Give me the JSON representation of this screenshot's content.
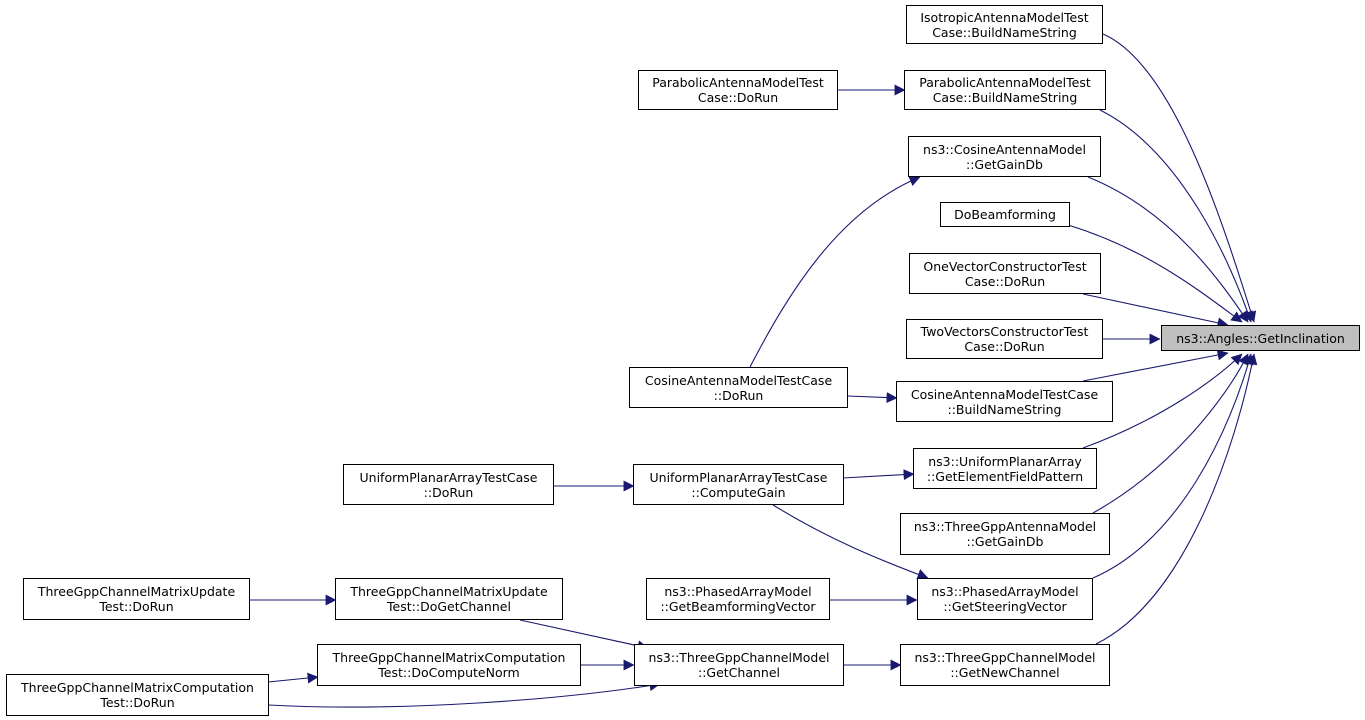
{
  "colors": {
    "edge": "#191970",
    "root_fill": "#bfbfbf",
    "node_border": "#000000"
  },
  "nodes": {
    "root": [
      "ns3::Angles::GetInclination"
    ],
    "iso_build": [
      "IsotropicAntennaModelTest",
      "Case::BuildNameString"
    ],
    "para_build": [
      "ParabolicAntennaModelTest",
      "Case::BuildNameString"
    ],
    "para_run": [
      "ParabolicAntennaModelTest",
      "Case::DoRun"
    ],
    "cos_gain": [
      "ns3::CosineAntennaModel",
      "::GetGainDb"
    ],
    "dobeam": [
      "DoBeamforming"
    ],
    "onevec": [
      "OneVectorConstructorTest",
      "Case::DoRun"
    ],
    "twovec": [
      "TwoVectorsConstructorTest",
      "Case::DoRun"
    ],
    "cos_build": [
      "CosineAntennaModelTestCase",
      "::BuildNameString"
    ],
    "cos_run": [
      "CosineAntennaModelTestCase",
      "::DoRun"
    ],
    "upa_field": [
      "ns3::UniformPlanarArray",
      "::GetElementFieldPattern"
    ],
    "upa_compute": [
      "UniformPlanarArrayTestCase",
      "::ComputeGain"
    ],
    "upa_run": [
      "UniformPlanarArrayTestCase",
      "::DoRun"
    ],
    "tgpp_ant": [
      "ns3::ThreeGppAntennaModel",
      "::GetGainDb"
    ],
    "pam_steer": [
      "ns3::PhasedArrayModel",
      "::GetSteeringVector"
    ],
    "pam_beam": [
      "ns3::PhasedArrayModel",
      "::GetBeamformingVector"
    ],
    "chm_upd_get": [
      "ThreeGppChannelMatrixUpdate",
      "Test::DoGetChannel"
    ],
    "chm_upd_run": [
      "ThreeGppChannelMatrixUpdate",
      "Test::DoRun"
    ],
    "chm_getch": [
      "ns3::ThreeGppChannelModel",
      "::GetChannel"
    ],
    "chm_newch": [
      "ns3::ThreeGppChannelModel",
      "::GetNewChannel"
    ],
    "chm_comp_norm": [
      "ThreeGppChannelMatrixComputation",
      "Test::DoComputeNorm"
    ],
    "chm_comp_run": [
      "ThreeGppChannelMatrixComputation",
      "Test::DoRun"
    ]
  }
}
